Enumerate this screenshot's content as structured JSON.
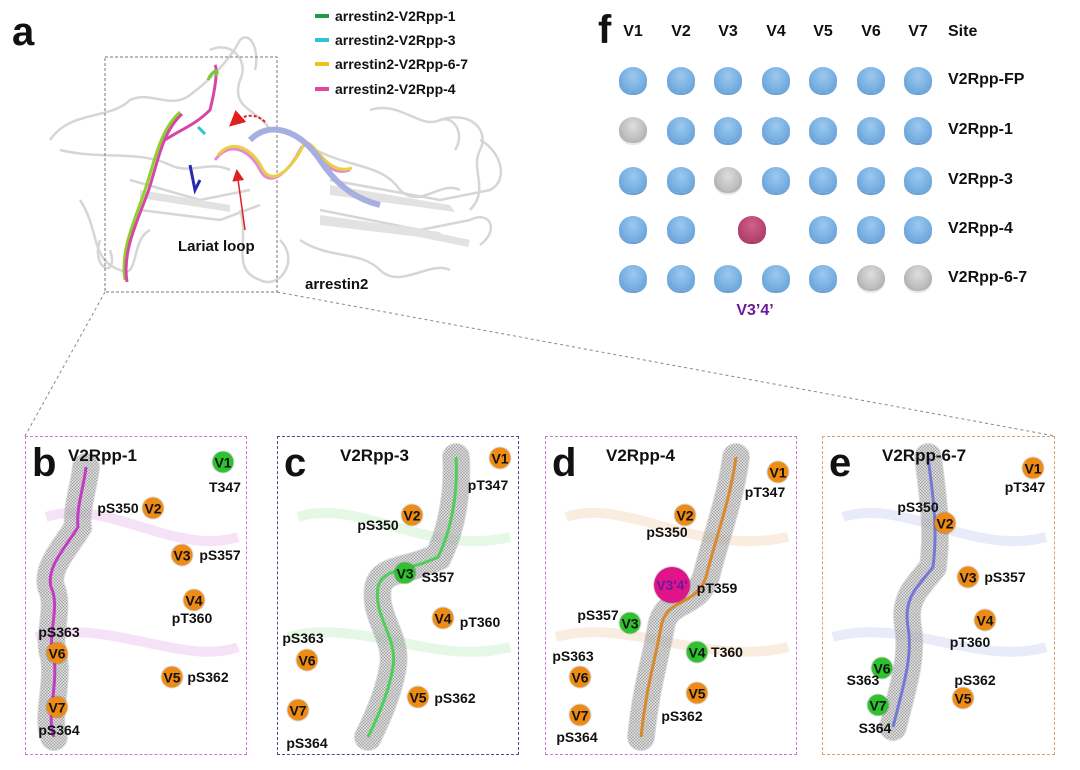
{
  "panel_a": {
    "letter": "a",
    "legend": [
      {
        "label": "arrestin2-V2Rpp-1",
        "color": "#1e9a4a"
      },
      {
        "label": "arrestin2-V2Rpp-3",
        "color": "#2ec4d6"
      },
      {
        "label": "arrestin2-V2Rpp-6-7",
        "color": "#f0c020"
      },
      {
        "label": "arrestin2-V2Rpp-4",
        "color": "#e0479e"
      }
    ],
    "lariat_label": "Lariat loop",
    "arrestin_label": "arrestin2"
  },
  "panels": [
    {
      "letter": "b",
      "title": "V2Rpp-1",
      "border": "#c77ad0",
      "peptide_color": "#c23cc4",
      "sites": [
        {
          "badge": "V1",
          "label": "T347",
          "state": "u"
        },
        {
          "badge": "V2",
          "label": "pS350",
          "state": "p"
        },
        {
          "badge": "V3",
          "label": "pS357",
          "state": "p"
        },
        {
          "badge": "V4",
          "label": "pT360",
          "state": "p"
        },
        {
          "badge": "V5",
          "label": "pS362",
          "state": "p"
        },
        {
          "badge": "V6",
          "label": "pS363",
          "state": "p"
        },
        {
          "badge": "V7",
          "label": "pS364",
          "state": "p"
        }
      ]
    },
    {
      "letter": "c",
      "title": "V2Rpp-3",
      "border": "#4a4a9a",
      "peptide_color": "#4fcf5a",
      "sites": [
        {
          "badge": "V1",
          "label": "pT347",
          "state": "p"
        },
        {
          "badge": "V2",
          "label": "pS350",
          "state": "p"
        },
        {
          "badge": "V3",
          "label": "S357",
          "state": "u"
        },
        {
          "badge": "V4",
          "label": "pT360",
          "state": "p"
        },
        {
          "badge": "V5",
          "label": "pS362",
          "state": "p"
        },
        {
          "badge": "V6",
          "label": "pS363",
          "state": "p"
        },
        {
          "badge": "V7",
          "label": "pS364",
          "state": "p"
        }
      ]
    },
    {
      "letter": "d",
      "title": "V2Rpp-4",
      "border": "#c77ad0",
      "peptide_color": "#d9892e",
      "sites": [
        {
          "badge": "V1",
          "label": "pT347",
          "state": "p"
        },
        {
          "badge": "V2",
          "label": "pS350",
          "state": "p"
        },
        {
          "badge": "V3'4'",
          "label": "pT359",
          "state": "m"
        },
        {
          "badge": "V3",
          "label": "pS357",
          "state": "u"
        },
        {
          "badge": "V4",
          "label": "T360",
          "state": "u"
        },
        {
          "badge": "V5",
          "label": "pS362",
          "state": "p"
        },
        {
          "badge": "V6",
          "label": "pS363",
          "state": "p"
        },
        {
          "badge": "V7",
          "label": "pS364",
          "state": "p"
        }
      ]
    },
    {
      "letter": "e",
      "title": "V2Rpp-6-7",
      "border": "#d9a070",
      "peptide_color": "#7479d6",
      "sites": [
        {
          "badge": "V1",
          "label": "pT347",
          "state": "p"
        },
        {
          "badge": "V2",
          "label": "pS350",
          "state": "p"
        },
        {
          "badge": "V3",
          "label": "pS357",
          "state": "p"
        },
        {
          "badge": "V4",
          "label": "pT360",
          "state": "p"
        },
        {
          "badge": "V5",
          "label": "pS362",
          "state": "p"
        },
        {
          "badge": "V6",
          "label": "S363",
          "state": "u"
        },
        {
          "badge": "V7",
          "label": "S364",
          "state": "u"
        }
      ]
    }
  ],
  "panel_f": {
    "letter": "f",
    "columns": [
      "V1",
      "V2",
      "V3",
      "V4",
      "V5",
      "V6",
      "V7"
    ],
    "site_header": "Site",
    "legend_colors": {
      "phosphorylated": "#79b1e3",
      "unphosphorylated": "#bdbdbd",
      "merged": "#b9446f"
    },
    "rows": [
      {
        "name": "V2Rpp-FP",
        "cells": [
          "p",
          "p",
          "p",
          "p",
          "p",
          "p",
          "p"
        ]
      },
      {
        "name": "V2Rpp-1",
        "cells": [
          "u",
          "p",
          "p",
          "p",
          "p",
          "p",
          "p"
        ]
      },
      {
        "name": "V2Rpp-3",
        "cells": [
          "p",
          "p",
          "u",
          "p",
          "p",
          "p",
          "p"
        ]
      },
      {
        "name": "V2Rpp-4",
        "cells": [
          "p",
          "p",
          "",
          "",
          "p",
          "p",
          "p"
        ],
        "merged": {
          "between": [
            "V3",
            "V4"
          ],
          "state": "m"
        }
      },
      {
        "name": "V2Rpp-6-7",
        "cells": [
          "p",
          "p",
          "p",
          "p",
          "p",
          "u",
          "u"
        ]
      }
    ],
    "merged_label": "V3’4’",
    "merged_label_color": "#6a1b9a"
  }
}
